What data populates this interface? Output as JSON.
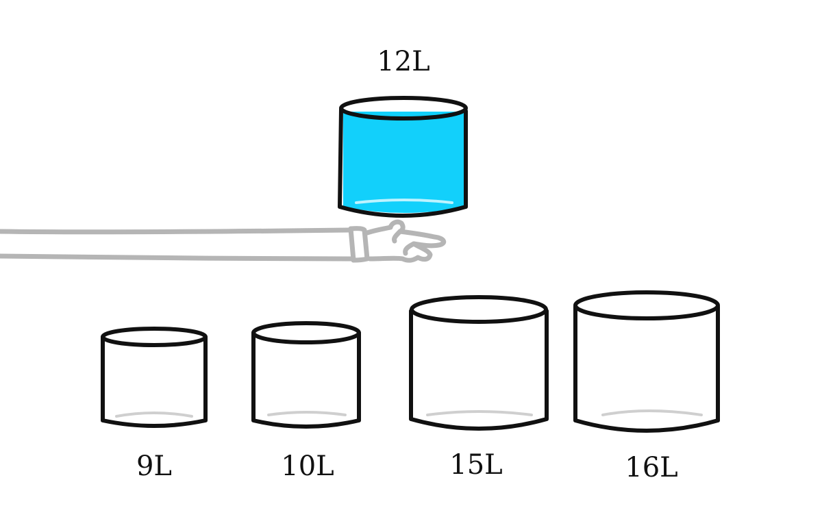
{
  "held_container": {
    "label": "12L",
    "fill_color": "#12d0fb",
    "state": "filled"
  },
  "containers": [
    {
      "label": "9L",
      "state": "empty"
    },
    {
      "label": "10L",
      "state": "empty"
    },
    {
      "label": "15L",
      "state": "empty"
    },
    {
      "label": "16L",
      "state": "empty"
    }
  ],
  "colors": {
    "outline": "#111111",
    "arm": "#b5b5b5",
    "background": "#ffffff"
  }
}
